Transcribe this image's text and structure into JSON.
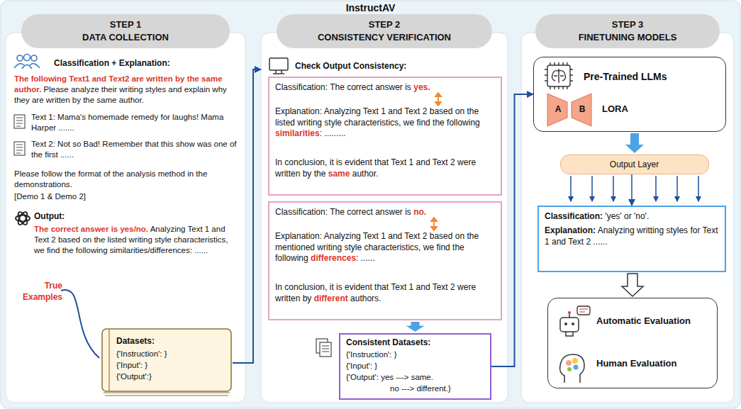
{
  "diagram": {
    "title": "InstructAV",
    "nodes": [
      {
        "text": [
          "STEP 1",
          "DATA COLLECTION",
          "Classification + Explanation:",
          "The following Text1 and Text2 are written by the same author.",
          "Please analyze their writing styles and explain why they are written by the same author.",
          "Text 1: Mama's homemade remedy for laughs! Mama Harper .......",
          "Text 2: Not so Bad! Remember that this show was one of the first ......",
          "Please follow the format of the analysis method in the demonstrations.",
          "[Demo 1 & Demo 2]",
          "Output:",
          "The correct answer is yes/no.",
          "Analyzing Text 1 and Text 2 based on the listed writing style characteristics, we find the following similarities/differences: ......",
          "True Examples"
        ]
      },
      {
        "text": [
          "Datasets:",
          "{'Instruction': }",
          "{'Input': }",
          "{'Output':}"
        ],
        "in": 0
      },
      {
        "text": [
          "STEP 2",
          "CONSISTENCY VERIFICATION",
          "Check Output Consistency:"
        ]
      },
      {
        "text": [
          "Classification: The correct answer is",
          "yes.",
          "Explanation: Analyzing Text 1 and Text 2 based on the listed writing style characteristics, we find the following",
          "similarities",
          ": .........",
          "In conclusion, it is evident that Text 1 and Text 2 were written by the",
          "same",
          "author."
        ],
        "in": 2
      },
      {
        "text": [
          "Classification: The correct answer is",
          "no.",
          "Explanation: Analyzing Text 1 and Text 2 based on the mentioned writing style characteristics, we find the following",
          "differences",
          ": ......",
          "In conclusion, it is evident that Text 1 and Text 2 were written by",
          "different",
          "authors."
        ],
        "in": 2
      },
      {
        "text": [
          "Consistent Datasets:",
          "{'Instruction': }",
          "{'Input': }",
          "{'Output': yes ---> same.",
          "no ---> different.}"
        ],
        "in": 2
      },
      {
        "text": [
          "STEP 3",
          "FINETUNING MODELS"
        ]
      },
      {
        "text": [
          "Pre-Trained LLMs",
          "A",
          "B",
          "LORA"
        ],
        "in": 6
      },
      {
        "text": [
          "Output Layer"
        ],
        "in": 6
      },
      {
        "text": [
          "Classification:",
          "'yes' or 'no'.",
          "Explanation:",
          "Analyzing writting styles for Text 1 and Text 2 ......"
        ],
        "in": 6
      },
      {
        "text": [
          "Automatic Evaluation",
          "Human Evaluation"
        ],
        "in": 6
      }
    ],
    "edges": [
      {
        "from": 1,
        "to": 2,
        "arrow": "to"
      },
      {
        "from": 4,
        "to": 5,
        "arrow": "to"
      },
      {
        "from": 5,
        "to": 7,
        "arrow": "to"
      },
      {
        "from": 7,
        "to": 8,
        "arrow": "to"
      },
      {
        "from": 8,
        "to": 9,
        "arrow": "to"
      },
      {
        "from": 9,
        "to": 10,
        "arrow": "to"
      }
    ]
  }
}
